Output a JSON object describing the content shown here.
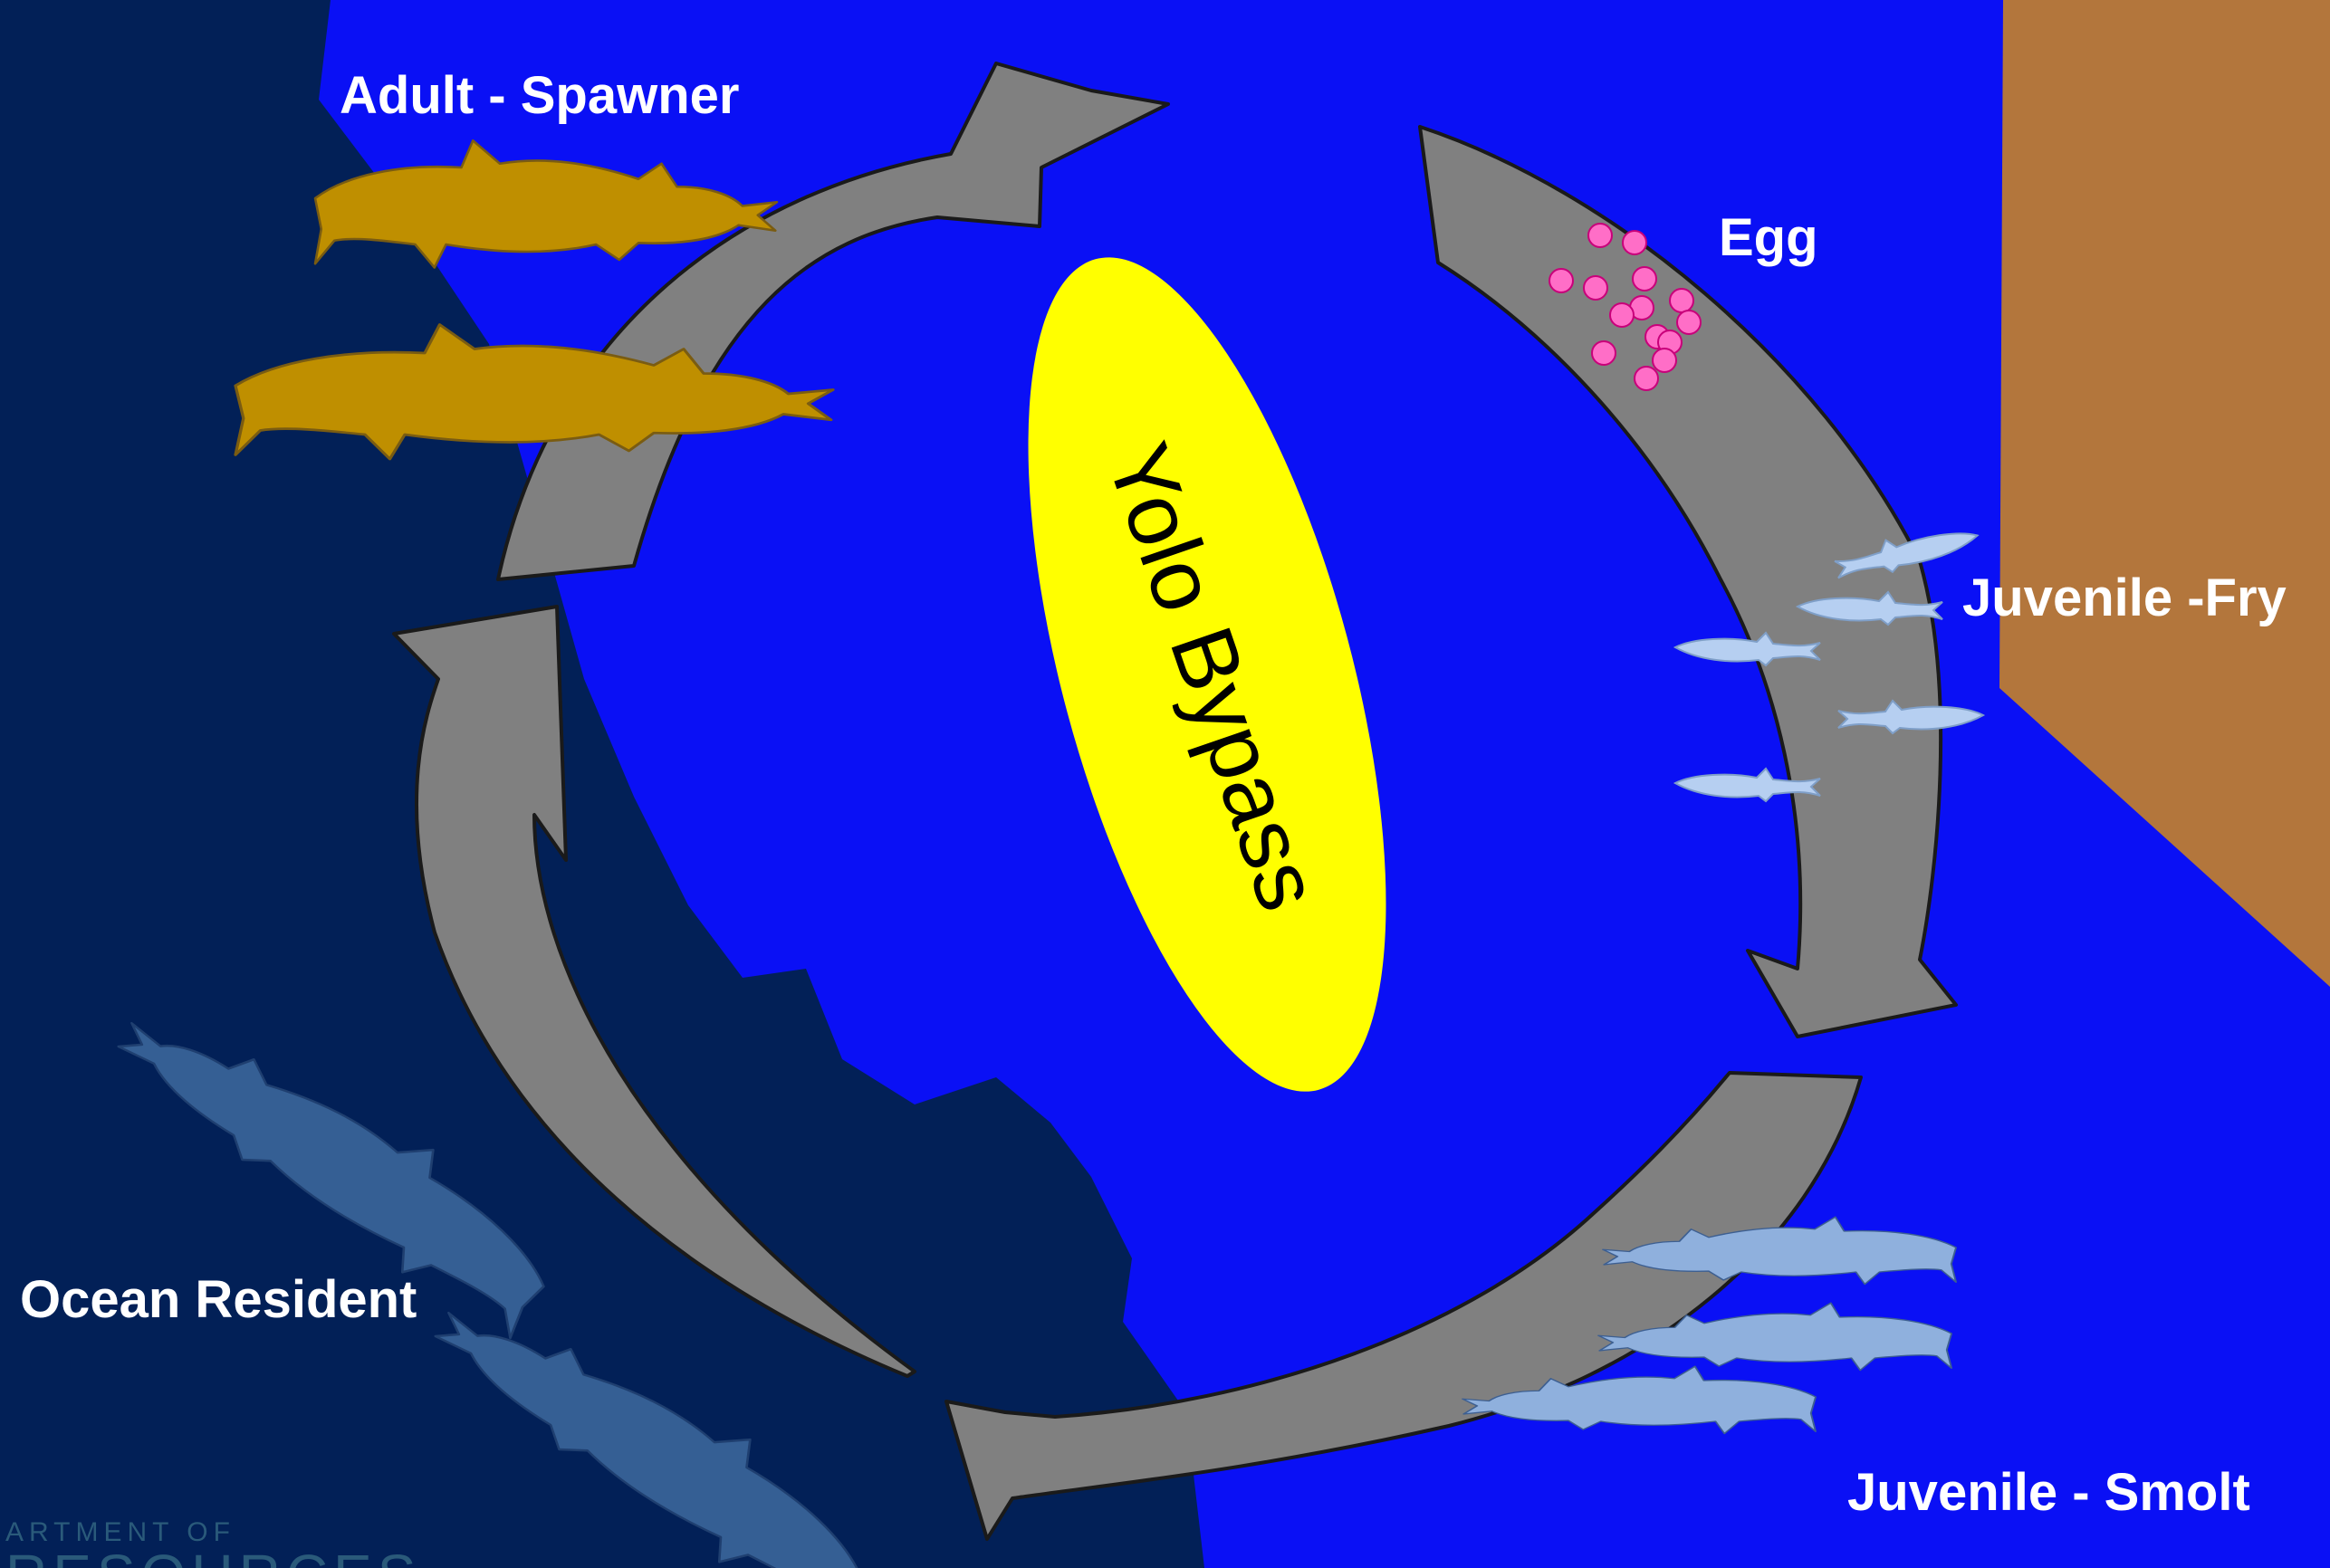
{
  "stages": {
    "adult_spawner": "Adult - Spawner",
    "egg": "Egg",
    "juvenile_fry": "Juvenile -Fry",
    "juvenile_smolt": "Juvenile - Smolt",
    "ocean_resident": "Ocean Resident"
  },
  "center_label": "Yolo Bypass",
  "logo": {
    "line1": "ARTMENT OF",
    "line2": "RESOURCES"
  },
  "colors": {
    "water": "#0a10f5",
    "ocean": "#022057",
    "land": "#b3763c",
    "arrow": "#808080",
    "center": "#ffff00",
    "spawner": "#bf8f00",
    "ocean_fish": "#355f94",
    "smolt": "#8fb0dd",
    "fry": "#b6cff1",
    "egg": "#ff6ec7"
  }
}
